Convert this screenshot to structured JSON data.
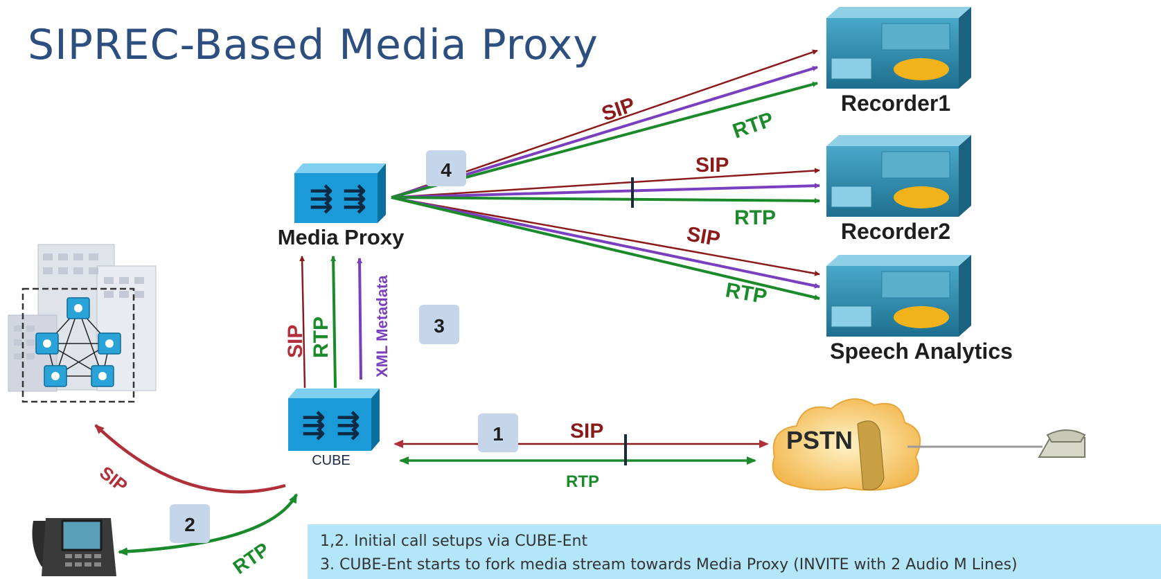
{
  "title": "SIPREC-Based Media Proxy",
  "nodes": {
    "media_proxy": "Media Proxy",
    "cube": "CUBE",
    "recorder1": "Recorder1",
    "recorder2": "Recorder2",
    "speech_analytics": "Speech Analytics",
    "pstn": "PSTN"
  },
  "steps": [
    "1",
    "2",
    "3",
    "4"
  ],
  "protocols": {
    "sip": "SIP",
    "rtp": "RTP",
    "xml_metadata": "XML Metadata"
  },
  "colors": {
    "sip": "#8b1a1a",
    "rtp": "#1b8a2a",
    "metadata": "#7a3fbf",
    "title": "#2d4f80",
    "device": "#1a8fc8",
    "note_bg": "#b4e6fa"
  },
  "notes": [
    "1,2. Initial call setups via CUBE-Ent",
    "3. CUBE-Ent starts to fork media stream towards Media Proxy (INVITE with 2 Audio M Lines)"
  ]
}
